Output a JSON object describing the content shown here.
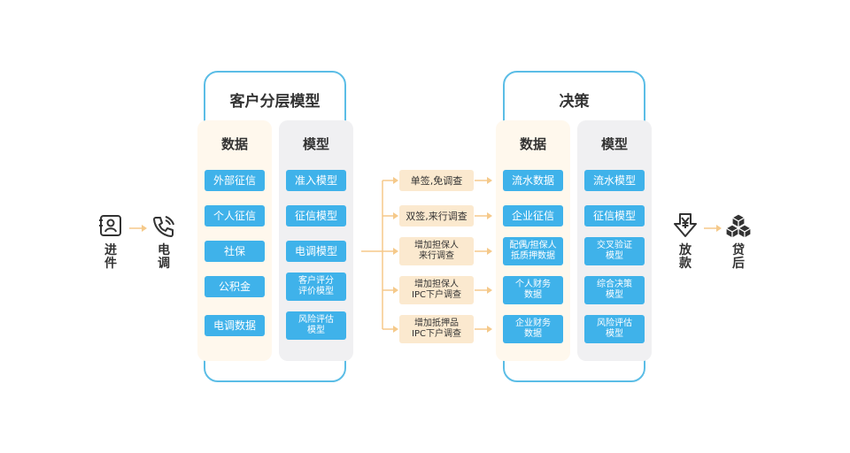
{
  "entry": {
    "steps": [
      {
        "icon": "person-card-icon",
        "label": "进\n件"
      },
      {
        "icon": "phone-call-icon",
        "label": "电\n调"
      }
    ]
  },
  "segmentation": {
    "title": "客户分层模型",
    "data_column": {
      "title": "数据",
      "items": [
        "外部征信",
        "个人征信",
        "社保",
        "公积金",
        "电调数据"
      ]
    },
    "model_column": {
      "title": "模型",
      "items": [
        "准入模型",
        "征信模型",
        "电调模型",
        "客户评分\n评价模型",
        "风险评估\n模型"
      ]
    }
  },
  "conditions": [
    "单签,免调查",
    "双签,来行调查",
    "增加担保人\n来行调查",
    "增加担保人\nIPC下户调查",
    "增加抵押品\nIPC下户调查"
  ],
  "decision": {
    "title": "决策",
    "data_column": {
      "title": "数据",
      "items": [
        "流水数据",
        "企业征信",
        "配偶/担保人\n抵质押数据",
        "个人财务\n数据",
        "企业财务\n数据"
      ]
    },
    "model_column": {
      "title": "模型",
      "items": [
        "流水模型",
        "征信模型",
        "交叉验证\n模型",
        "综合决策\n模型",
        "风险评估\n模型"
      ]
    }
  },
  "exit": {
    "steps": [
      {
        "icon": "yen-download-icon",
        "label": "放\n款"
      },
      {
        "icon": "cubes-icon",
        "label": "贷\n后"
      }
    ]
  },
  "colors": {
    "frame_border": "#5bbde6",
    "chip": "#3fb2ea",
    "data_column_bg": "#fff8ed",
    "model_column_bg": "#f0f0f2",
    "condition_bg": "#fbe9cf",
    "arrow": "#f5c98a",
    "icon": "#333333"
  }
}
